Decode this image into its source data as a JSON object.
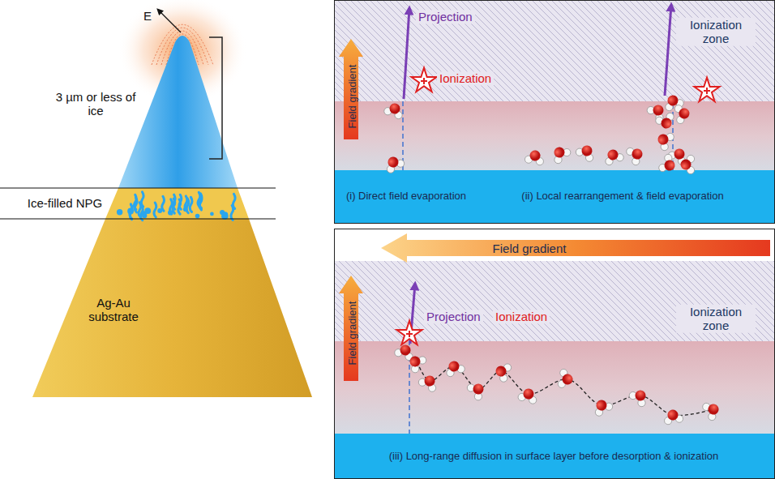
{
  "diagram": {
    "nodes": [
      {
        "text": [
          "Field gradient",
          "Projection",
          "Ionization",
          "Ionization zone"
        ]
      },
      {
        "text": [
          "(i) Direct field evaporation",
          "(ii) Local rearrangement & field evaporation"
        ],
        "in": 0
      },
      {
        "text": [
          "Field gradient",
          "Field gradient",
          "Projection",
          "Ionization",
          "Ionization zone"
        ]
      },
      {
        "text": [
          "(iii) Long-range diffusion in surface layer before desorption & ionization"
        ],
        "in": 2
      }
    ],
    "labels": [
      "E",
      "3 µm or less of ice",
      "Ice-filled NPG",
      "Ag-Au substrate"
    ]
  }
}
